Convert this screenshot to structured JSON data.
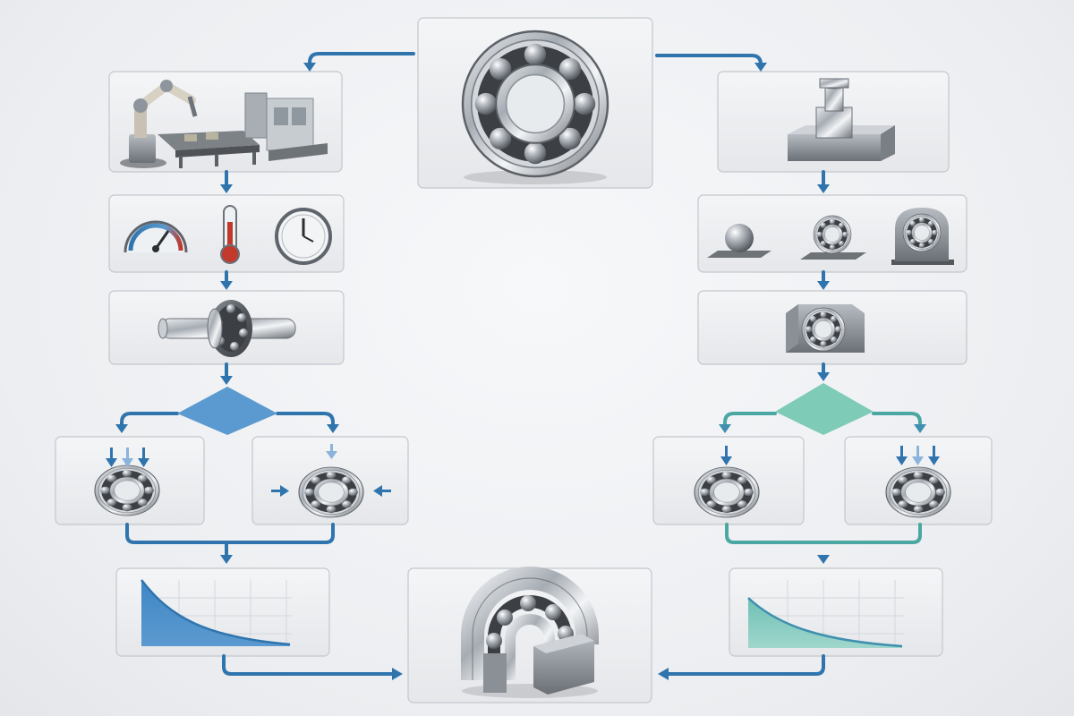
{
  "theme": {
    "flow_blue": "#2f74ad",
    "flow_teal": "#4aa7a1",
    "decision_blue": "#5b9ad0",
    "decision_teal": "#7ecbb7",
    "curve_blue": "#3f86c4",
    "curve_teal": "#6fc0b4",
    "steel": "#9aa0a7"
  },
  "icons": [
    "bearing-icon",
    "robot-arm-icon",
    "conveyor-icon",
    "machine-icon",
    "pressure-gauge-icon",
    "thermometer-icon",
    "clock-icon",
    "shaft-bearing-icon",
    "press-icon",
    "ball-icon",
    "bearing-housing-icon",
    "arrow-icon",
    "decay-curve-icon",
    "cutaway-bearing-icon"
  ],
  "left_branch": {
    "decision_color": "#5b9ad0",
    "curve": {
      "type": "area",
      "shape": "exponential-decay",
      "color": "#3f86c4"
    }
  },
  "right_branch": {
    "decision_color": "#7ecbb7",
    "curve": {
      "type": "area",
      "shape": "exponential-decay",
      "color": "#6fc0b4"
    }
  }
}
